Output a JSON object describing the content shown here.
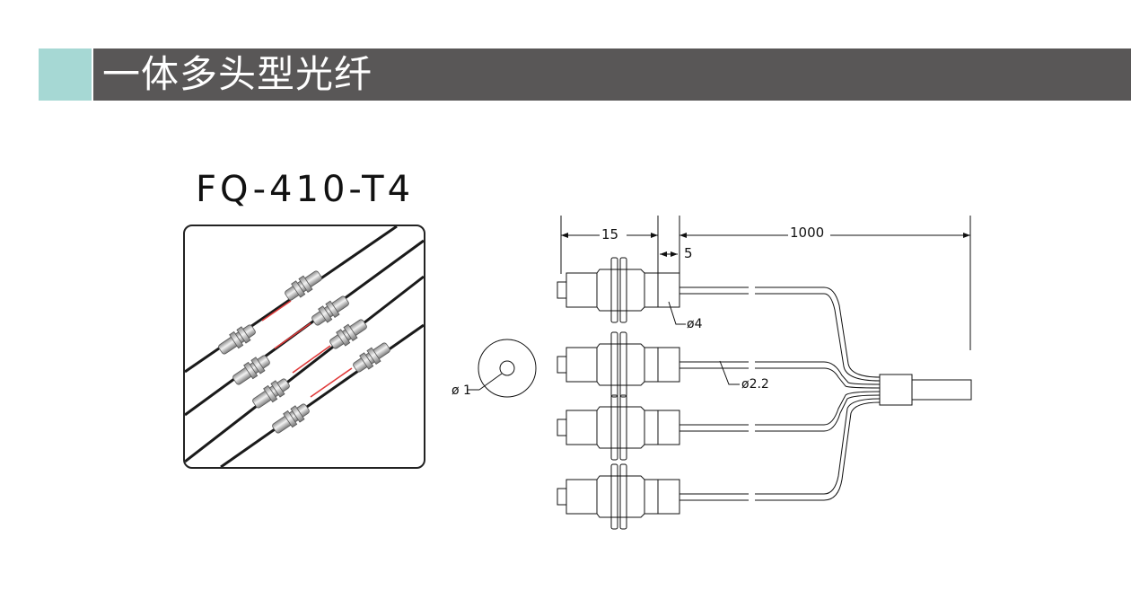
{
  "header": {
    "title": "一体多头型光纤",
    "accent_color": "#a6d8d4",
    "bar_color": "#595757"
  },
  "product": {
    "model": "FQ-410-T4"
  },
  "drawing": {
    "dim_head_length": "15",
    "dim_thread_end": "5",
    "dim_cable_length": "1000",
    "dim_lens_diameter": "ø 1",
    "dim_head_diameter": "ø4",
    "dim_cable_diameter": "ø2.2"
  }
}
